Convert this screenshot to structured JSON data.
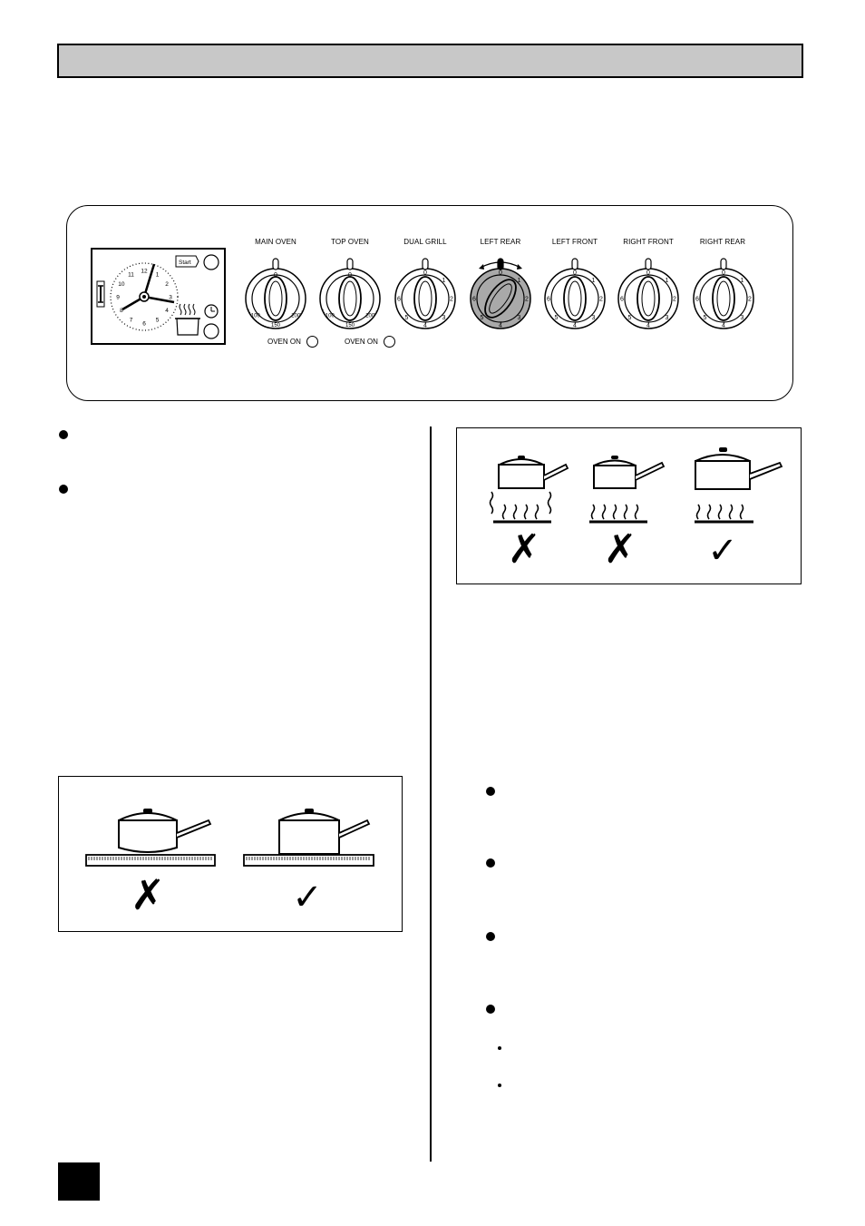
{
  "header": {
    "title": ""
  },
  "control_panel": {
    "knobs": [
      {
        "label": "MAIN OVEN"
      },
      {
        "label": "TOP OVEN"
      },
      {
        "label": "DUAL GRILL"
      },
      {
        "label": "LEFT REAR"
      },
      {
        "label": "LEFT FRONT"
      },
      {
        "label": "RIGHT FRONT"
      },
      {
        "label": "RIGHT REAR"
      }
    ],
    "indicators": [
      {
        "label": "OVEN ON"
      },
      {
        "label": "OVEN ON"
      }
    ],
    "clock": {
      "numbers": [
        "12",
        "1",
        "2",
        "3",
        "4",
        "5",
        "6",
        "7",
        "8",
        "9",
        "10",
        "11"
      ],
      "start_label": "Start"
    },
    "oven_scale": [
      "100",
      "150",
      "200"
    ],
    "hob_scale": [
      "0",
      "1",
      "2",
      "3",
      "4",
      "5",
      "6"
    ],
    "grill_scale": [
      "0",
      "1",
      "2",
      "3",
      "4",
      "5",
      "6"
    ]
  },
  "figures": {
    "pan_heat": {
      "marks": [
        "✗",
        "✗",
        "✓"
      ]
    },
    "pan_flat": {
      "marks": [
        "✗",
        "✓"
      ]
    }
  },
  "colors": {
    "header_bg": "#c8c8c8",
    "active_knob": "#a9a9a9",
    "page_tab": "#000000"
  }
}
